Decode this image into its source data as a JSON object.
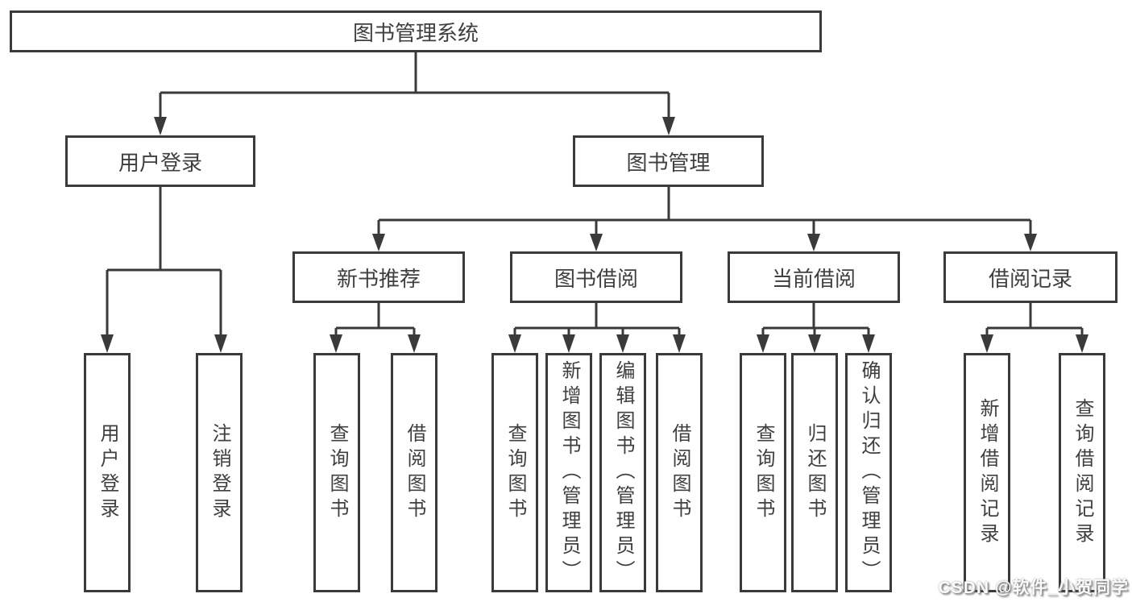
{
  "diagram": {
    "root": {
      "label": "图书管理系统"
    },
    "level2": [
      {
        "label": "用户登录"
      },
      {
        "label": "图书管理"
      }
    ],
    "level3": [
      {
        "label": "新书推荐"
      },
      {
        "label": "图书借阅"
      },
      {
        "label": "当前借阅"
      },
      {
        "label": "借阅记录"
      }
    ],
    "leaves": [
      {
        "label": "用户登录",
        "parent": "用户登录"
      },
      {
        "label": "注销登录",
        "parent": "用户登录"
      },
      {
        "label": "查询图书",
        "parent": "新书推荐"
      },
      {
        "label": "借阅图书",
        "parent": "新书推荐"
      },
      {
        "label": "查询图书",
        "parent": "图书借阅"
      },
      {
        "label": "新增图书（管理员）",
        "parent": "图书借阅"
      },
      {
        "label": "编辑图书（管理员）",
        "parent": "图书借阅"
      },
      {
        "label": "借阅图书",
        "parent": "图书借阅"
      },
      {
        "label": "查询图书",
        "parent": "当前借阅"
      },
      {
        "label": "归还图书",
        "parent": "当前借阅"
      },
      {
        "label": "确认归还（管理员）",
        "parent": "当前借阅"
      },
      {
        "label": "新增借阅记录",
        "parent": "借阅记录"
      },
      {
        "label": "查询借阅记录",
        "parent": "借阅记录"
      }
    ],
    "colors": {
      "line": "#3a3a3a",
      "text": "#3f3f3f",
      "background": "#ffffff"
    },
    "watermark": {
      "text": "CSDN @软件_小贺同学"
    }
  }
}
